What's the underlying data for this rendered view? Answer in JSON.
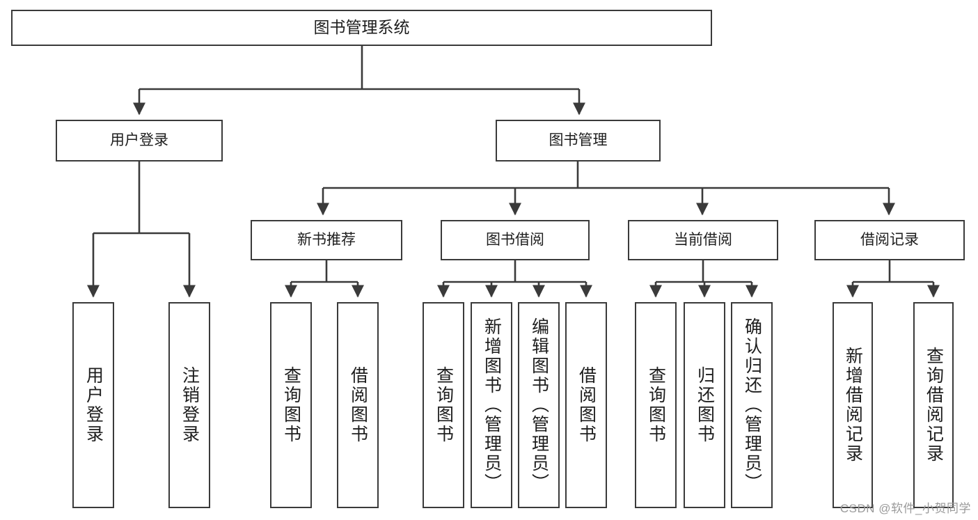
{
  "diagram": {
    "title": "图书管理系统",
    "type": "hierarchy-tree",
    "colors": {
      "box_border": "#3a3a3a",
      "box_fill": "#ffffff",
      "connector": "#3a3a3a",
      "text": "#1d1d1d",
      "watermark": "#9a9a9a"
    },
    "levels": {
      "root": {
        "label": "图书管理系统"
      },
      "level2": [
        {
          "label": "用户登录"
        },
        {
          "label": "图书管理"
        }
      ],
      "level3": [
        {
          "label": "新书推荐"
        },
        {
          "label": "图书借阅"
        },
        {
          "label": "当前借阅"
        },
        {
          "label": "借阅记录"
        }
      ],
      "level4": [
        {
          "label": "用户登录",
          "parent": "用户登录"
        },
        {
          "label": "注销登录",
          "parent": "用户登录"
        },
        {
          "label": "查询图书",
          "parent": "新书推荐"
        },
        {
          "label": "借阅图书",
          "parent": "新书推荐"
        },
        {
          "label": "查询图书",
          "parent": "图书借阅"
        },
        {
          "label": "新增图书（管理员）",
          "parent": "图书借阅"
        },
        {
          "label": "编辑图书（管理员）",
          "parent": "图书借阅"
        },
        {
          "label": "借阅图书",
          "parent": "图书借阅"
        },
        {
          "label": "查询图书",
          "parent": "当前借阅"
        },
        {
          "label": "归还图书",
          "parent": "当前借阅"
        },
        {
          "label": "确认归还（管理员）",
          "parent": "当前借阅"
        },
        {
          "label": "新增借阅记录",
          "parent": "借阅记录"
        },
        {
          "label": "查询借阅记录",
          "parent": "借阅记录"
        }
      ]
    },
    "watermark": "CSDN @软件_小贺同学"
  }
}
